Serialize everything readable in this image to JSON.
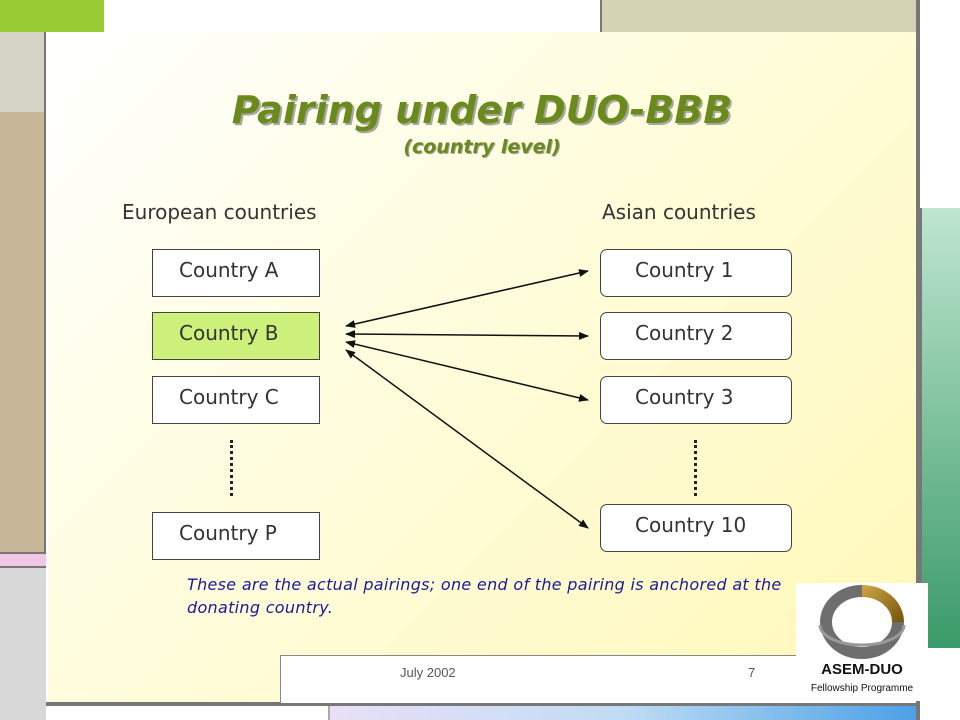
{
  "title": "Pairing under DUO-BBB",
  "subtitle": "(country level)",
  "european_header": "European countries",
  "asian_header": "Asian countries",
  "european_countries": [
    "Country A",
    "Country B",
    "Country C",
    "Country P"
  ],
  "asian_countries": [
    "Country 1",
    "Country 2",
    "Country 3",
    "Country 10"
  ],
  "highlighted_country": "Country B",
  "pairings": [
    {
      "from": "Country B",
      "to": "Country 1"
    },
    {
      "from": "Country B",
      "to": "Country 2"
    },
    {
      "from": "Country B",
      "to": "Country 3"
    },
    {
      "from": "Country B",
      "to": "Country 10"
    }
  ],
  "note": "These are the actual pairings; one end of the pairing is anchored at the donating country.",
  "footer": {
    "date": "July 2002",
    "page": "7"
  },
  "logo": {
    "name": "ASEM-DUO",
    "tagline": "Fellowship Programme",
    "icon": "ring-logo-icon"
  },
  "colors": {
    "title": "#6b8a1e",
    "highlight": "#ccf07a",
    "note": "#1a1a9a"
  }
}
